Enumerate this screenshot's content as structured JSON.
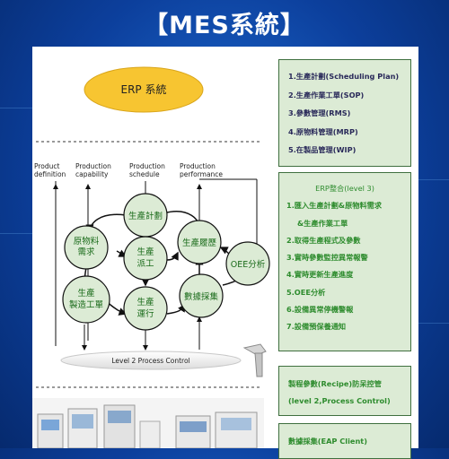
{
  "title": "【MES系統】",
  "diagram": {
    "erp": "ERP 系統",
    "top_labels": [
      {
        "line1": "Product",
        "line2": "definition"
      },
      {
        "line1": "Production",
        "line2": "capability"
      },
      {
        "line1": "Production",
        "line2": "schedule"
      },
      {
        "line1": "Production",
        "line2": "performance"
      }
    ],
    "nodes": {
      "schedule": "生產計劃",
      "material_1": "原物料",
      "material_2": "需求",
      "dispatch_1": "生產",
      "dispatch_2": "派工",
      "tracking": "生產履歷",
      "oee": "OEE分析",
      "process_1": "生產",
      "process_2": "製造工單",
      "operation_1": "生產",
      "operation_2": "運行",
      "collection": "數據採集"
    },
    "process_control": "Level 2 Process Control"
  },
  "modules_box": {
    "items": [
      "1.生產計劃(Scheduling Plan)",
      "2.生產作業工單(SOP)",
      "3.參數管理(RMS)",
      "4.原物料管理(MRP)",
      "5.在製品管理(WIP)"
    ]
  },
  "integration_box": {
    "heading": "ERP整合(level 3)",
    "items": [
      "1.匯入生產計劃&原物料需求",
      "&生產作業工單",
      "2.取得生產程式及參數",
      "3.實時參數監控異常報警",
      "4.實時更新生產進度",
      "5.OEE分析",
      "6.設備異常停機警報",
      "7.設備預保養通知"
    ]
  },
  "recipe_box": {
    "line1": "製程參數(Recipe)防呆控管",
    "line2": "(level 2,Process Control)"
  },
  "eap_box": {
    "line1": "數據採集(EAP Client)"
  },
  "colors": {
    "background": "#0c3f9c",
    "erp_ellipse": "#f7c531",
    "box_fill": "#dcebd5",
    "box_text_green": "#2e8c2e",
    "box_text_navy": "#2a2a5a"
  }
}
